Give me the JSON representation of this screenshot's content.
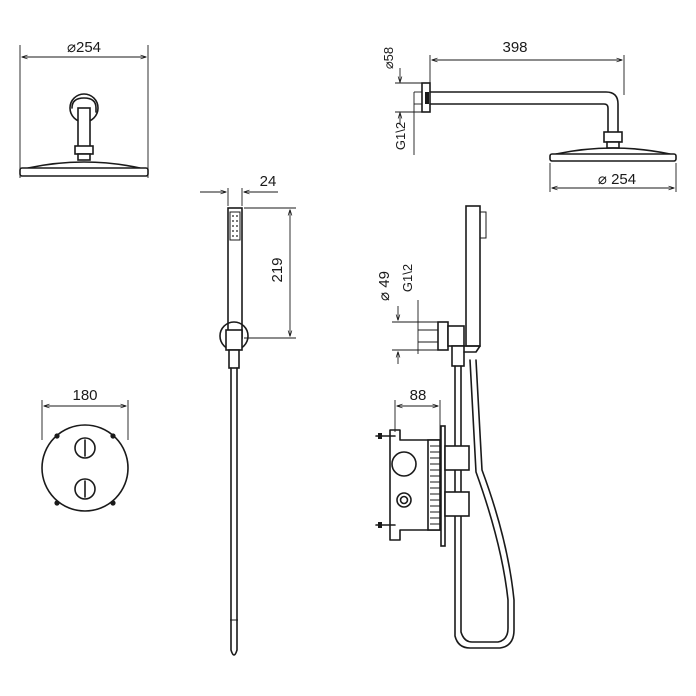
{
  "dimensions": {
    "top_view_head_diameter": "⌀254",
    "side_arm_length": "398",
    "side_flange_diameter": "⌀58",
    "side_connection_thread": "G1\\2",
    "side_head_diameter": "⌀ 254",
    "hand_shower_width": "24",
    "hand_shower_length": "219",
    "wall_outlet_diameter": "⌀ 49",
    "wall_outlet_thread": "G1\\2",
    "valve_plate_diameter": "180",
    "valve_body_depth": "88"
  }
}
